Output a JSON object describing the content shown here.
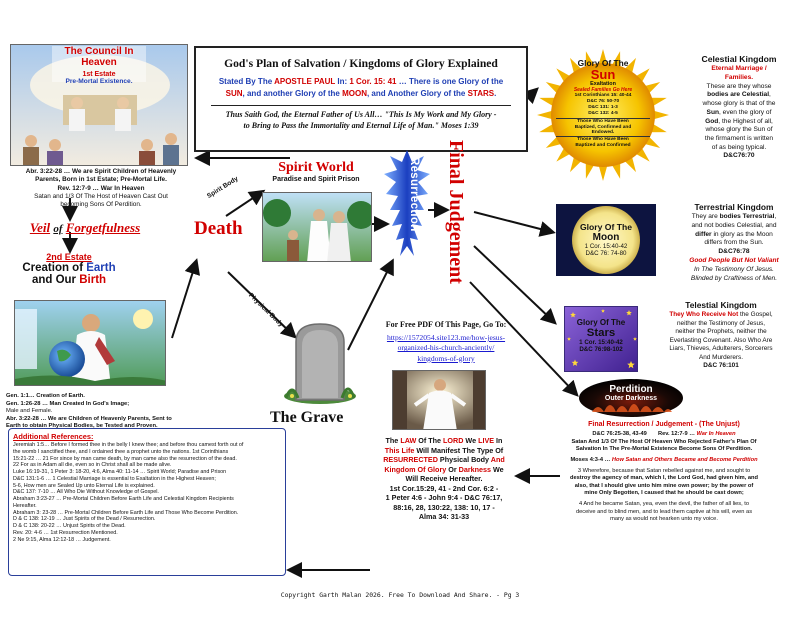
{
  "council": {
    "title": "The Council In Heaven",
    "estate": "1st Estate",
    "sub": "Pre-Mortal Existence.",
    "text1a": "Abr. 3:22-28 … We are Spirit Children of Heavenly",
    "text1b": "Parents, Born in 1st Estate; Pre-Mortal Life.",
    "text2": "Rev. 12:7-9 … War In Heaven",
    "text3a": "Satan and 1/3 Of The Host of Heaven Cast Out",
    "text3b": "becoming Sons Of Perdition."
  },
  "veil": {
    "w1": "Veil",
    "w2": "of",
    "w3": "Forgetfulness"
  },
  "second_estate": {
    "estate": "2nd Estate",
    "line1a": "Creation of ",
    "line1b": "Earth",
    "line2a": "and Our ",
    "line2b": "Birth"
  },
  "gen": {
    "l1": "Gen. 1:1… Creation of Earth.",
    "l2": "Gen. 1:26-28 … Man Created In God's Image;",
    "l3": "Male and Female.",
    "l4": "Abr. 3:22-28 … We are Children of Heavenly Parents, Sent to",
    "l5": "Earth to obtain Physical Bodies, be Tested and Proven."
  },
  "refs": {
    "title": "Additional References:",
    "lines": [
      "Jeremiah 1:5… Before I formed thee in the belly I knew thee; and before thou camest forth out of",
      "the womb I sanctified thee, and I ordained thee a prophet unto the nations. 1st Corinthians",
      "15:21-22 … 21 For since by man came death, by man came also the resurrection of the dead.",
      "22 For as in Adam all die, even so in Christ shall all be made alive.",
      "Luke 16:19-31, 1 Peter 3: 18-20, 4:6, Alma 40: 11-14 … Spirit World; Paradise and Prison",
      "D&C 131:1-6 … 1 Celestial Marriage is essential to Exaltation in the Highest Heaven;",
      "5-6, How men are Sealed Up unto Eternal Life is explained.",
      "D&C 137: 7-10 … All Who Die Without Knowledge of Gospel.",
      "Abraham 3:23-27 … Pre-Mortal Children Before Earth Life and Celestial Kingdom Recipients",
      "Hereafter.",
      "Abraham 3: 23-28 … Pre-Mortal Children Before Earth Life and Those Who Become Perdition.",
      "D & C 138: 12-19 … Just Spirits of the Dead / Resurrection.",
      "D & C 138: 20-22 … Unjust Spirits of the Dead.",
      "Rev. 20: 4-6 … 1st Resurrection Mentioned.",
      "2 Ne 9:15, Alma 12:12-18 … Judgement."
    ]
  },
  "title_box": {
    "heading": "God's Plan of Salvation / Kingdoms of Glory Explained",
    "s1": "Stated By The ",
    "s2": "APOSTLE PAUL",
    "s3": " In: ",
    "s4": "1 Cor. 15: 41",
    "s5": " … There is one Glory of the",
    "s6": "SUN",
    "s7": ", and another Glory of the ",
    "s8": "MOON",
    "s9": ", and Another Glory of the ",
    "s10": "STARS",
    "s11": ".",
    "quote1": "Thus Saith God, the Eternal Father of Us All… \"This Is My Work and My Glory -",
    "quote2": "to Bring to Pass the Immortality and Eternal Life of Man.\" Moses 1:39"
  },
  "death": {
    "label": "Death",
    "spirit_body": "Spirit Body",
    "physical_body": "Physical Body"
  },
  "spirit_world": {
    "title": "Spirit World",
    "sub": "Paradise and Spirit Prison"
  },
  "grave": {
    "label": "The Grave"
  },
  "resurrection": {
    "label": "Resurrection"
  },
  "final_judgement": {
    "label": "Final Judgement"
  },
  "pdf": {
    "label": "For Free PDF Of This Page, Go To:",
    "link1": "https://1572054.site123.me/how-jesus-",
    "link2": "organized-his-church-anciently/",
    "link3": "kingdoms-of-glory"
  },
  "law": {
    "l1a": "The ",
    "l1b": "LAW",
    "l1c": " Of The ",
    "l1d": "LORD",
    "l1e": " We ",
    "l1f": "LIVE",
    "l1g": " In",
    "l2a": "This Life",
    "l2b": " Will Manifest The Type Of",
    "l3a": "RESURRECTED",
    "l3b": " Physical Body ",
    "l3c": "And",
    "l4a": "Kingdom Of Glory",
    "l4b": " Or ",
    "l4c": "Darkness",
    "l4d": " We",
    "l5": "Will Receive Hereafter.",
    "r1": "1st Cor.15:29, 41 - 2nd Cor. 6:2 -",
    "r2": "1 Peter 4:6 - John 9:4 - D&C 76:17,",
    "r3": "88:16, 28, 130:22, 138: 10, 17 -",
    "r4": "Alma 34: 31-33"
  },
  "sun": {
    "glory": "Glory Of The",
    "name": "Sun",
    "exaltation": "Exaltation",
    "sealed": "Sealed Families Go Here",
    "ref1": "1st Corinthians 15: 40-44",
    "ref2": "D&C 76: 50-70",
    "ref3": "D&C 131: 1-3",
    "ref4": "D&C 132: 4-5",
    "who1": "Those Who Have Been",
    "who2": "Baptized, Confirmed and",
    "who3": "Endowed.",
    "who4": "Those Who Have Been",
    "who5": "Baptized and Confirmed"
  },
  "celestial": {
    "title": "Celestial Kingdom",
    "marriage1": "Eternal Marriage /",
    "marriage2": "Families.",
    "t1": "These are they whose",
    "t2a": "bodies are Celestial",
    "t2b": ",",
    "t3": "whose glory is that of the",
    "t4a": "Sun",
    "t4b": ", even the glory of",
    "t5a": "God",
    "t5b": ", the Highest of all,",
    "t6": "whose glory the Sun of",
    "t7": "the firmament is written",
    "t8": "of as being typical.",
    "ref": "D&C76:70"
  },
  "moon": {
    "glory": "Glory Of The",
    "name": "Moon",
    "ref1": "1 Cor. 15:40-42",
    "ref2": "D&C 76: 74-80"
  },
  "terrestrial": {
    "title": "Terrestrial Kingdom",
    "t1a": "They are ",
    "t1b": "bodies Terrestrial",
    "t1c": ",",
    "t2": "and not bodies Celestial, and",
    "t3a": "differ",
    "t3b": " in glory as the Moon",
    "t4": "differs from the Sun.",
    "ref": "D&C76:78",
    "good": "Good People But Not Valiant",
    "t5": "In The Testimony Of Jesus.",
    "t6": "Blinded by Craftiness of Men."
  },
  "stars": {
    "glory": "Glory Of The",
    "name": "Stars",
    "ref1": "1 Cor. 15:40-42",
    "ref2": "D&C 76:98-102"
  },
  "telestial": {
    "title": "Telestial Kingdom",
    "t1a": "They Who Receive Not",
    "t1b": " the Gospel,",
    "t2": "neither the Testimony of Jesus,",
    "t3": "neither the Prophets, neither the",
    "t4": "Everlasting Covenant. Also Who Are",
    "t5": "Liars, Thieves, Adulterers, Sorcerers",
    "t6": "And Murderers.",
    "ref": "D&C 76:101"
  },
  "perdition": {
    "title": "Perdition",
    "sub": "Outer Darkness",
    "final": "Final Resurrection / Judgement - (The Unjust)",
    "r1a": "D&C 76:25-38, 43-49",
    "r1b": "Rev. 12:7-9 … ",
    "r1c": "War In Heaven",
    "satan1": "Satan And 1/3 Of The Host Of Heaven Who Rejected Father's Plan Of",
    "satan2": "Salvation In The Pre-Mortal Existence Become Sons Of Perdition.",
    "moses_a": "Moses 4:3-4 … ",
    "moses_b": "How Satan and Others Became and Become Perdition",
    "q1": "3 Wherefore, because that Satan rebelled against me, and sought to",
    "q2": "destroy the agency of man, which I, the Lord God, had given him, and",
    "q3": "also, that I should give unto him mine own power; by the power of",
    "q4": "mine Only Begotten, I caused that he should be cast down;",
    "q5": "4 And he became Satan, yea, even the devil, the father of all lies, to",
    "q6": "deceive and to blind men, and to lead them captive at his will,        even as",
    "q7": "many as would not hearken unto my voice."
  },
  "footer": "Copyright Garth Malan  2026.   Free To Download And Share.  - Pg 3",
  "colors": {
    "red": "#d10000",
    "blue": "#1f3fb4",
    "sun": "#f6c400",
    "moon": "#f4e48a",
    "stars": "#6a3fc0"
  }
}
